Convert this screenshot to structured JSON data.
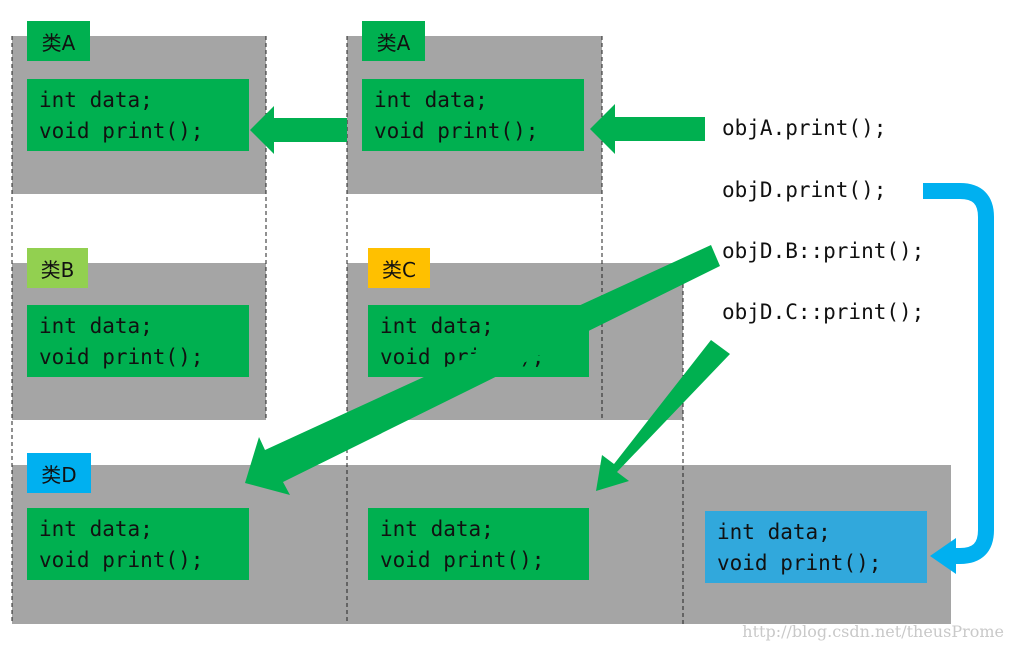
{
  "boxes": {
    "a1": {
      "label": "类A",
      "line1": "int data;",
      "line2": "void print();"
    },
    "a2": {
      "label": "类A",
      "line1": "int data;",
      "line2": "void print();"
    },
    "b": {
      "label": "类B",
      "line1": "int data;",
      "line2": "void print();"
    },
    "c": {
      "label": "类C",
      "line1": "int data;",
      "line2": "void print();"
    },
    "d": {
      "label": "类D",
      "line1": "int data;",
      "line2": "void print();"
    },
    "d2": {
      "line1": "int data;",
      "line2": "void print();"
    },
    "d3": {
      "line1": "int data;",
      "line2": "void print();"
    }
  },
  "calls": {
    "objA": "objA.print();",
    "objD": "objD.print();",
    "objDB": "objD.B::print();",
    "objDC": "objD.C::print();"
  },
  "watermark": "http://blog.csdn.net/theusProme",
  "colors": {
    "gray": "#a5a5a5",
    "green_box": "#00b050",
    "label_green": "#92d050",
    "label_orange": "#ffc000",
    "label_blue": "#00b0f0",
    "blue_box": "#31a8dc",
    "arrow_green": "#00b050",
    "arrow_blue": "#00b0f0"
  }
}
